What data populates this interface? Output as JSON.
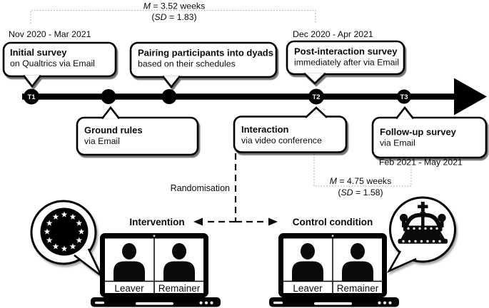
{
  "stats": {
    "top": {
      "m_sym": "M",
      "m_rest": " = 3.52 weeks",
      "sd_open": "(",
      "sd_sym": "SD",
      "sd_rest": " = 1.83)"
    },
    "bottom": {
      "m_sym": "M",
      "m_rest": " = 4.75 weeks",
      "sd_open": "(",
      "sd_sym": "SD",
      "sd_rest": " = 1.58)"
    }
  },
  "timeline": {
    "nodes": {
      "t1": "T1",
      "t2": "T2",
      "t3": "T3"
    },
    "dates": {
      "initial": "Nov 2020 - Mar 2021",
      "post": "Dec 2020 - Apr 2021",
      "followup": "Feb 2021 - May 2021"
    }
  },
  "bubbles": {
    "initial": {
      "title": "Initial survey",
      "subtitle": "on Qualtrics via Email"
    },
    "pairing": {
      "title": "Pairing participants into dyads",
      "subtitle": "based on their schedules"
    },
    "post": {
      "title": "Post-interaction survey",
      "subtitle": "immediately after via Email"
    },
    "ground": {
      "title": "Ground rules",
      "subtitle": "via Email"
    },
    "interaction": {
      "title": "Interaction",
      "subtitle": "via video conference"
    },
    "followup": {
      "title": "Follow-up survey",
      "subtitle": "via Email"
    }
  },
  "branch": {
    "randomisation": "Randomisation",
    "intervention": "Intervention",
    "control": "Control condition"
  },
  "laptops": {
    "leaver": "Leaver",
    "remainer": "Remainer"
  },
  "icons": {
    "left_speech": "eu-stars-icon",
    "right_speech": "crown-icon",
    "video_tile": "person-icon",
    "axis_end": "arrow-right-icon"
  },
  "colors": {
    "ink": "#000000",
    "background": "#ffffff",
    "dotted_line": "#b5b5b5",
    "shadow": "#3a3a3a"
  }
}
